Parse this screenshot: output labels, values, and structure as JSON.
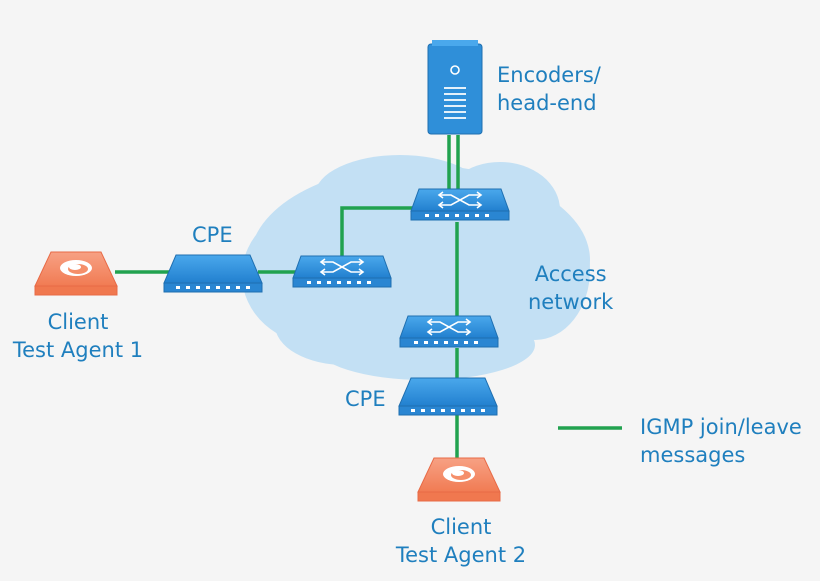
{
  "nodes": {
    "encoder": {
      "line1": "Encoders/",
      "line2": "head-end",
      "icon": "server-icon"
    },
    "access_network": {
      "line1": "Access",
      "line2": "network",
      "icon": "cloud-icon"
    },
    "cpe_left": {
      "label": "CPE",
      "icon": "modem-icon"
    },
    "cpe_bottom": {
      "label": "CPE",
      "icon": "modem-icon"
    },
    "client1": {
      "line1": "Client",
      "line2": "Test Agent 1",
      "icon": "test-agent-icon"
    },
    "client2": {
      "line1": "Client",
      "line2": "Test Agent 2",
      "icon": "test-agent-icon"
    }
  },
  "switches": [
    "switch-icon",
    "switch-icon",
    "switch-icon"
  ],
  "legend": {
    "line1": "IGMP join/leave",
    "line2": "messages"
  },
  "colors": {
    "link": "#21a24f",
    "cloud": "#c3e0f4",
    "device": "#2f93de",
    "device_dark": "#1f6fb0",
    "agent": "#f58f6a",
    "agent_edge": "#e86a46",
    "text": "#1f7fbe"
  }
}
